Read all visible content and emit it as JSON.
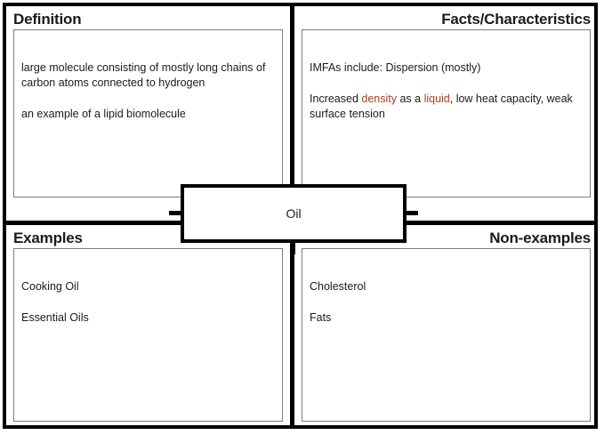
{
  "diagram": {
    "type": "frayer-model",
    "center": {
      "label": "Oil"
    },
    "quadrants": [
      {
        "key": "definition",
        "heading": "Definition",
        "align": "left",
        "lines": [
          "large molecule consisting of mostly long chains of carbon atoms connected to hydrogen",
          "an example of a lipid biomolecule"
        ]
      },
      {
        "key": "facts",
        "heading": "Facts/Characteristics",
        "align": "right",
        "lines": [
          "IMFAs include:  Dispersion (mostly)",
          "Increased density as a liquid, low heat capacity, weak surface tension"
        ],
        "fact_line_2_parts": {
          "before": "Increased ",
          "highlight_1": "density",
          "middle": " as a ",
          "highlight_2": "liquid",
          "after": ", low heat capacity, weak surface tension"
        }
      },
      {
        "key": "examples",
        "heading": "Examples",
        "align": "left",
        "lines": [
          "Cooking Oil",
          "Essential Oils"
        ]
      },
      {
        "key": "non-examples",
        "heading": "Non-examples",
        "align": "right",
        "lines": [
          "Cholesterol",
          "Fats"
        ]
      }
    ],
    "colors": {
      "frame": "#000000",
      "panel_border": "#7d7d7d",
      "text": "#1b1b1b",
      "highlight": "#a8412a",
      "background": "#ffffff"
    }
  }
}
